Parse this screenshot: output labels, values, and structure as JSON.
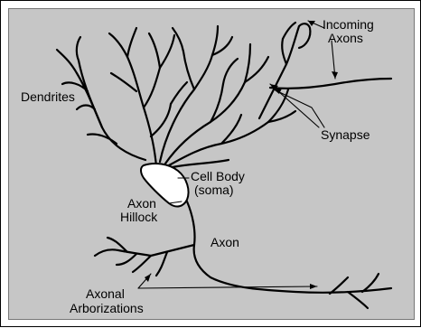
{
  "labels": {
    "dendrites": "Dendrites",
    "incoming_axons_line1": "Incoming",
    "incoming_axons_line2": "Axons",
    "synapse": "Synapse",
    "cell_body_line1": "Cell Body",
    "cell_body_line2": "(soma)",
    "axon_hillock_line1": "Axon",
    "axon_hillock_line2": "Hillock",
    "axon": "Axon",
    "axonal_arborizations_line1": "Axonal",
    "axonal_arborizations_line2": "Arborizations"
  },
  "colors": {
    "panel_background": "#c6c6c6",
    "soma_fill": "#ffffff",
    "ink": "#000000"
  }
}
